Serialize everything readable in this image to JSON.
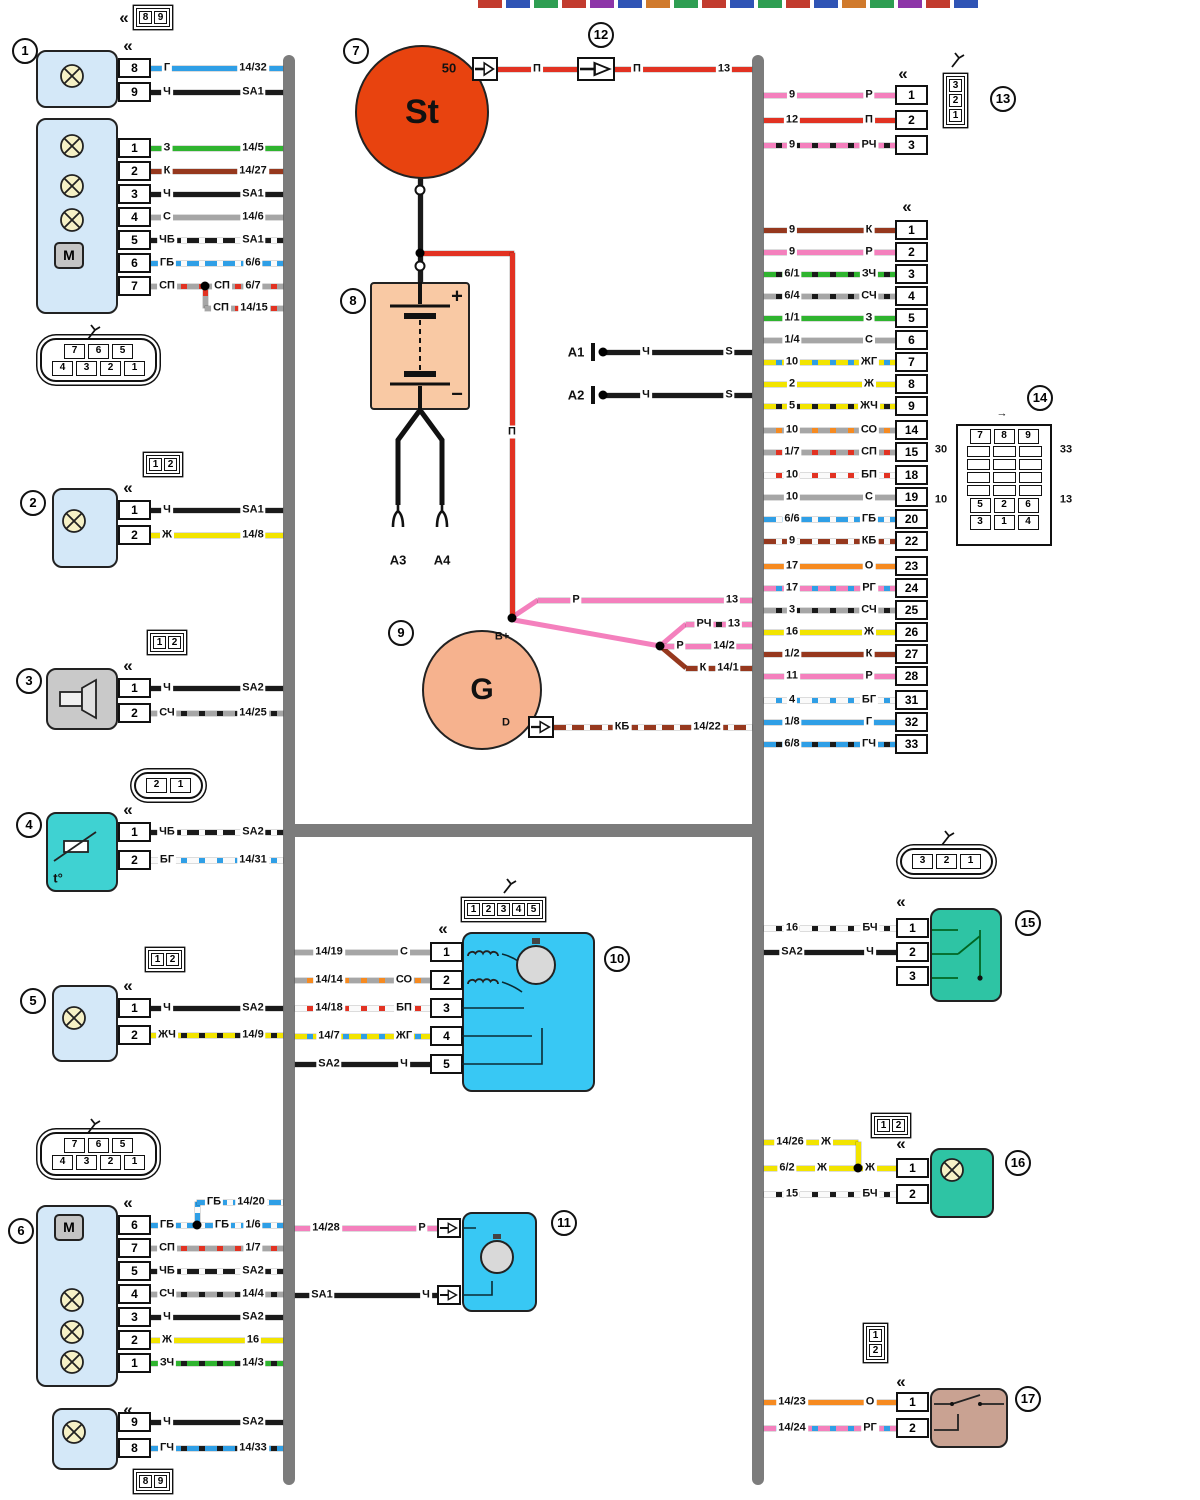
{
  "colors": {
    "Ч": "#1a1a1a",
    "Б": "#fafafa",
    "Г": "#2f9fe6",
    "Ж": "#f2e400",
    "З": "#2fb42f",
    "К": "#96381e",
    "С": "#a6a6a6",
    "П": "#e23222",
    "Р": "#f480bd",
    "О": "#f68a20"
  },
  "bus_color": "#7c7c7c",
  "header_colors": [
    "#c23b2e",
    "#2f54b5",
    "#2e9e52",
    "#c23b2e",
    "#8d35a8",
    "#2f54b5",
    "#d07a2c",
    "#2e9e52",
    "#c23b2e",
    "#2f54b5",
    "#2e9e52",
    "#c23b2e",
    "#2f54b5",
    "#d07a2c",
    "#2e9e52",
    "#8d35a8",
    "#c23b2e",
    "#2f54b5"
  ],
  "components": {
    "1": {
      "number": "1",
      "icon": [
        "8",
        "9"
      ],
      "m_label": "M",
      "face": [
        [
          "7",
          "6",
          "5"
        ],
        [
          "4",
          "3",
          "2",
          "1"
        ]
      ],
      "pins": [
        {
          "pin": "8",
          "code": "Г",
          "circuit": "14/32"
        },
        {
          "pin": "9",
          "code": "Ч",
          "circuit": "SA1"
        },
        {
          "pin": "1",
          "code": "З",
          "circuit": "14/5"
        },
        {
          "pin": "2",
          "code": "К",
          "circuit": "14/27"
        },
        {
          "pin": "3",
          "code": "Ч",
          "circuit": "SA1"
        },
        {
          "pin": "4",
          "code": "С",
          "circuit": "14/6"
        },
        {
          "pin": "5",
          "code": "ЧБ",
          "circuit": "SA1"
        },
        {
          "pin": "6",
          "code": "ГБ",
          "circuit": "6/6"
        },
        {
          "pin": "7",
          "code": "СП",
          "mid": "СП",
          "circuit": "6/7"
        }
      ],
      "branch": {
        "code": "СП",
        "circuit": "14/15"
      }
    },
    "2": {
      "number": "2",
      "icon": [
        "1",
        "2"
      ],
      "pins": [
        {
          "pin": "1",
          "code": "Ч",
          "circuit": "SA1"
        },
        {
          "pin": "2",
          "code": "Ж",
          "circuit": "14/8"
        }
      ]
    },
    "3": {
      "number": "3",
      "icon": [
        "1",
        "2"
      ],
      "pins": [
        {
          "pin": "1",
          "code": "Ч",
          "circuit": "SA2"
        },
        {
          "pin": "2",
          "code": "СЧ",
          "circuit": "14/25"
        }
      ]
    },
    "4": {
      "number": "4",
      "icon": [
        "2",
        "1"
      ],
      "t_label": "t°",
      "pins": [
        {
          "pin": "1",
          "code": "ЧБ",
          "circuit": "SA2"
        },
        {
          "pin": "2",
          "code": "БГ",
          "circuit": "14/31"
        }
      ]
    },
    "5": {
      "number": "5",
      "icon": [
        "1",
        "2"
      ],
      "pins": [
        {
          "pin": "1",
          "code": "Ч",
          "circuit": "SA2"
        },
        {
          "pin": "2",
          "code": "ЖЧ",
          "circuit": "14/9"
        }
      ]
    },
    "6": {
      "number": "6",
      "icon": [
        "8",
        "9"
      ],
      "m_label": "M",
      "face": [
        [
          "7",
          "6",
          "5"
        ],
        [
          "4",
          "3",
          "2",
          "1"
        ]
      ],
      "pins": [
        {
          "pin": "6",
          "code": "ГБ",
          "mid": "ГБ",
          "circuit": "1/6"
        },
        {
          "pin": "7",
          "code": "СП",
          "circuit": "1/7"
        },
        {
          "pin": "5",
          "code": "ЧБ",
          "circuit": "SA2"
        },
        {
          "pin": "4",
          "code": "СЧ",
          "circuit": "14/4"
        },
        {
          "pin": "3",
          "code": "Ч",
          "circuit": "SA2"
        },
        {
          "pin": "2",
          "code": "Ж",
          "circuit": "16"
        },
        {
          "pin": "1",
          "code": "ЗЧ",
          "circuit": "14/3"
        }
      ],
      "branch": {
        "code": "ГБ",
        "circuit": "14/20"
      },
      "pins2": [
        {
          "pin": "9",
          "code": "Ч",
          "circuit": "SA2"
        },
        {
          "pin": "8",
          "code": "ГЧ",
          "circuit": "14/33"
        }
      ]
    },
    "7": {
      "number": "7",
      "label": "St",
      "terminal": "50",
      "labels": [
        "П",
        "П",
        "13"
      ]
    },
    "8": {
      "number": "8",
      "plus": "+",
      "minus": "−",
      "a3": "A3",
      "a4": "A4"
    },
    "9": {
      "number": "9",
      "label": "G",
      "bplus": "B+",
      "d": "D",
      "main_code": "П",
      "wires": [
        {
          "code": "Р",
          "circuit": "13"
        },
        {
          "code": "РЧ",
          "circuit": "13"
        },
        {
          "code": "Р",
          "circuit": "14/2"
        },
        {
          "code": "К",
          "circuit": "14/1"
        }
      ],
      "d_wire": {
        "code": "КБ",
        "circuit": "14/22"
      }
    },
    "10": {
      "number": "10",
      "icon": [
        "1",
        "2",
        "3",
        "4",
        "5"
      ],
      "pins": [
        {
          "pin": "1",
          "circuit": "14/19",
          "code": "С"
        },
        {
          "pin": "2",
          "circuit": "14/14",
          "code": "СО"
        },
        {
          "pin": "3",
          "circuit": "14/18",
          "code": "БП"
        },
        {
          "pin": "4",
          "circuit": "14/7",
          "code": "ЖГ"
        },
        {
          "pin": "5",
          "circuit": "SA2",
          "code": "Ч"
        }
      ]
    },
    "11": {
      "number": "11",
      "wires": [
        {
          "circuit": "14/28",
          "code": "Р"
        },
        {
          "circuit": "SA1",
          "code": "Ч"
        }
      ]
    },
    "12": {
      "number": "12"
    },
    "13": {
      "number": "13",
      "icon": [
        "3",
        "2",
        "1"
      ],
      "pins": [
        {
          "pin": "1",
          "circuit": "9",
          "code": "Р"
        },
        {
          "pin": "2",
          "circuit": "12",
          "code": "П"
        },
        {
          "pin": "3",
          "circuit": "9",
          "code": "РЧ"
        }
      ]
    },
    "14": {
      "number": "14",
      "face_top": [
        "7",
        "8",
        "9"
      ],
      "face_bottom": [
        [
          "5",
          "2",
          "6"
        ],
        [
          "3",
          "1",
          "4"
        ]
      ],
      "corners": [
        "30",
        "33",
        "10",
        "13"
      ]
    },
    "15": {
      "number": "15",
      "icon": [
        "3",
        "2",
        "1"
      ],
      "pins": [
        {
          "pin": "1",
          "circuit": "16",
          "code": "БЧ"
        },
        {
          "pin": "2",
          "circuit": "SA2",
          "code": "Ч"
        },
        {
          "pin": "3"
        }
      ]
    },
    "16": {
      "number": "16",
      "icon": [
        "1",
        "2"
      ],
      "pins": [
        {
          "pin": "1",
          "code": "Ж"
        },
        {
          "pin": "2",
          "circuit": "15",
          "code": "БЧ"
        }
      ],
      "branches": [
        {
          "circuit": "14/26",
          "code": "Ж"
        },
        {
          "circuit": "6/2",
          "code": "Ж"
        }
      ]
    },
    "17": {
      "number": "17",
      "icon": [
        "1",
        "2"
      ],
      "pins": [
        {
          "pin": "1",
          "circuit": "14/23",
          "code": "О"
        },
        {
          "pin": "2",
          "circuit": "14/24",
          "code": "РГ"
        }
      ]
    }
  },
  "strip": {
    "pins": [
      {
        "pin": "1",
        "circuit": "9",
        "code": "К"
      },
      {
        "pin": "2",
        "circuit": "9",
        "code": "Р"
      },
      {
        "pin": "3",
        "circuit": "6/1",
        "code": "ЗЧ"
      },
      {
        "pin": "4",
        "circuit": "6/4",
        "code": "СЧ"
      },
      {
        "pin": "5",
        "circuit": "1/1",
        "code": "З"
      },
      {
        "pin": "6",
        "circuit": "1/4",
        "code": "С"
      },
      {
        "pin": "7",
        "circuit": "10",
        "code": "ЖГ"
      },
      {
        "pin": "8",
        "circuit": "2",
        "code": "Ж"
      },
      {
        "pin": "9",
        "circuit": "5",
        "code": "ЖЧ"
      },
      {
        "pin": "14",
        "circuit": "10",
        "code": "СО"
      },
      {
        "pin": "15",
        "circuit": "1/7",
        "code": "СП"
      },
      {
        "pin": "18",
        "circuit": "10",
        "code": "БП"
      },
      {
        "pin": "19",
        "circuit": "10",
        "code": "С"
      },
      {
        "pin": "20",
        "circuit": "6/6",
        "code": "ГБ"
      },
      {
        "pin": "22",
        "circuit": "9",
        "code": "КБ"
      },
      {
        "pin": "23",
        "circuit": "17",
        "code": "О"
      },
      {
        "pin": "24",
        "circuit": "17",
        "code": "РГ"
      },
      {
        "pin": "25",
        "circuit": "3",
        "code": "СЧ"
      },
      {
        "pin": "26",
        "circuit": "16",
        "code": "Ж"
      },
      {
        "pin": "27",
        "circuit": "1/2",
        "code": "К"
      },
      {
        "pin": "28",
        "circuit": "11",
        "code": "Р"
      },
      {
        "pin": "31",
        "circuit": "4",
        "code": "БГ"
      },
      {
        "pin": "32",
        "circuit": "1/8",
        "code": "Г"
      },
      {
        "pin": "33",
        "circuit": "6/8",
        "code": "ГЧ"
      }
    ]
  },
  "a_terminals": [
    {
      "label": "A1",
      "code": "Ч",
      "end": "S"
    },
    {
      "label": "A2",
      "code": "Ч",
      "end": "S"
    }
  ]
}
